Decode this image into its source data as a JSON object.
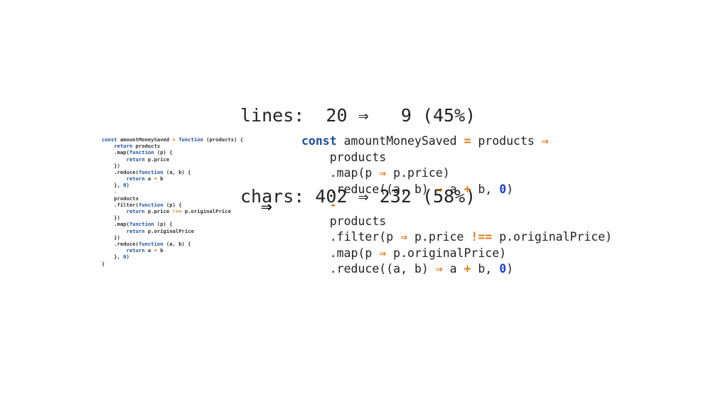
{
  "stats": {
    "lines_label": "lines:",
    "lines_before": "20",
    "lines_arrow": "⇒",
    "lines_after": "9",
    "lines_pct": "(45%)",
    "chars_label": "chars:",
    "chars_before": "402",
    "chars_arrow": "⇒",
    "chars_after": "232",
    "chars_pct": "(58%)"
  },
  "transform_arrow": "⇒",
  "before_code": [
    "const amountMoneySaved = function (products) {",
    "    return products",
    "    .map(function (p) {",
    "        return p.price",
    "    })",
    "    .reduce(function (a, b) {",
    "        return a + b",
    "    }, 0)",
    "    -",
    "    products",
    "    .filter(function (p) {",
    "        return p.price !== p.originalPrice",
    "    })",
    "    .map(function (p) {",
    "        return p.originalPrice",
    "    })",
    "    .reduce(function (a, b) {",
    "        return a + b",
    "    }, 0)",
    "}"
  ],
  "after_code": [
    "const amountMoneySaved = products ⇒",
    "    products",
    "    .map(p ⇒ p.price)",
    "    .reduce((a, b) ⇒ a + b, 0)",
    "    -",
    "    products",
    "    .filter(p ⇒ p.price !== p.originalPrice)",
    "    .map(p ⇒ p.originalPrice)",
    "    .reduce((a, b) ⇒ a + b, 0)"
  ]
}
